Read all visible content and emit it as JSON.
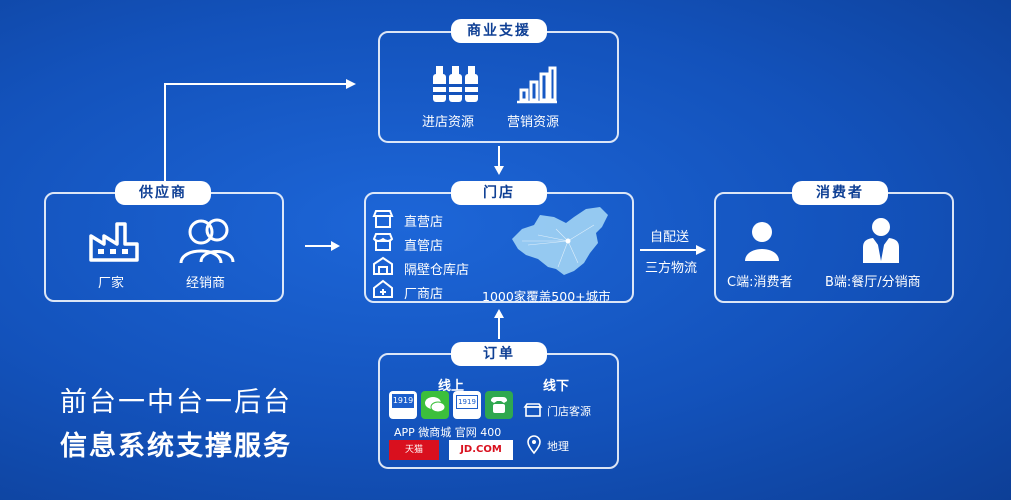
{
  "support": {
    "title": "商业支援",
    "items": [
      "进店资源",
      "营销资源"
    ]
  },
  "supplier": {
    "title": "供应商",
    "items": [
      "厂家",
      "经销商"
    ]
  },
  "store": {
    "title": "门店",
    "items": [
      "直营店",
      "直管店",
      "隔壁仓库店",
      "厂商店"
    ],
    "coverage": "1000家覆盖500+城市"
  },
  "delivery": {
    "top": "自配送",
    "bottom": "三方物流"
  },
  "consumer": {
    "title": "消费者",
    "items": [
      "C端:消费者",
      "B端:餐厅/分销商"
    ]
  },
  "order": {
    "title": "订单",
    "online": "线上",
    "offline": "线下",
    "channels": "APP 微商城  官网   400",
    "offline_items": [
      "门店客源",
      "地理"
    ],
    "logos": [
      "1919",
      "1919",
      "天猫",
      "JD.COM"
    ]
  },
  "slogan": {
    "line1": "前台一中台一后台",
    "line2": "信息系统支撑服务"
  },
  "colors": {
    "background": "#1352bb",
    "line": "#ffffff",
    "tag_text": "#0e3f94"
  }
}
